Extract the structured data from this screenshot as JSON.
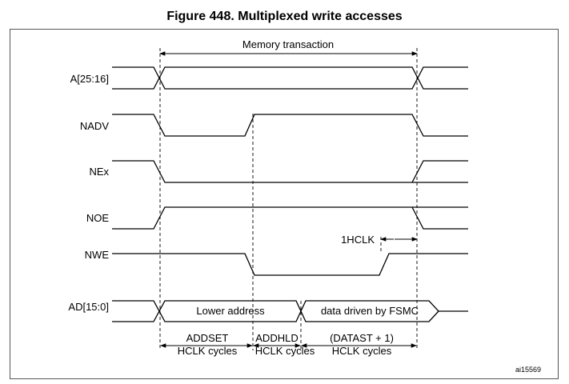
{
  "figure": {
    "title": "Figure 448. Multiplexed write accesses",
    "memory_transaction_label": "Memory transaction",
    "ref_id": "ai15569"
  },
  "signals": {
    "a": "A[25:16]",
    "nadv": "NADV",
    "nex": "NEx",
    "noe": "NOE",
    "nwe": "NWE",
    "ad": "AD[15:0]"
  },
  "bus_labels": {
    "lower_address": "Lower address",
    "data_driven": "data driven by FSMC"
  },
  "timing": {
    "hclk_1": "1HCLK",
    "addset_line1": "ADDSET",
    "addset_line2": "HCLK cycles",
    "addhld_line1": "ADDHLD",
    "addhld_line2": "HCLK cycles",
    "datast_line1": "(DATAST + 1)",
    "datast_line2": "HCLK cycles"
  }
}
